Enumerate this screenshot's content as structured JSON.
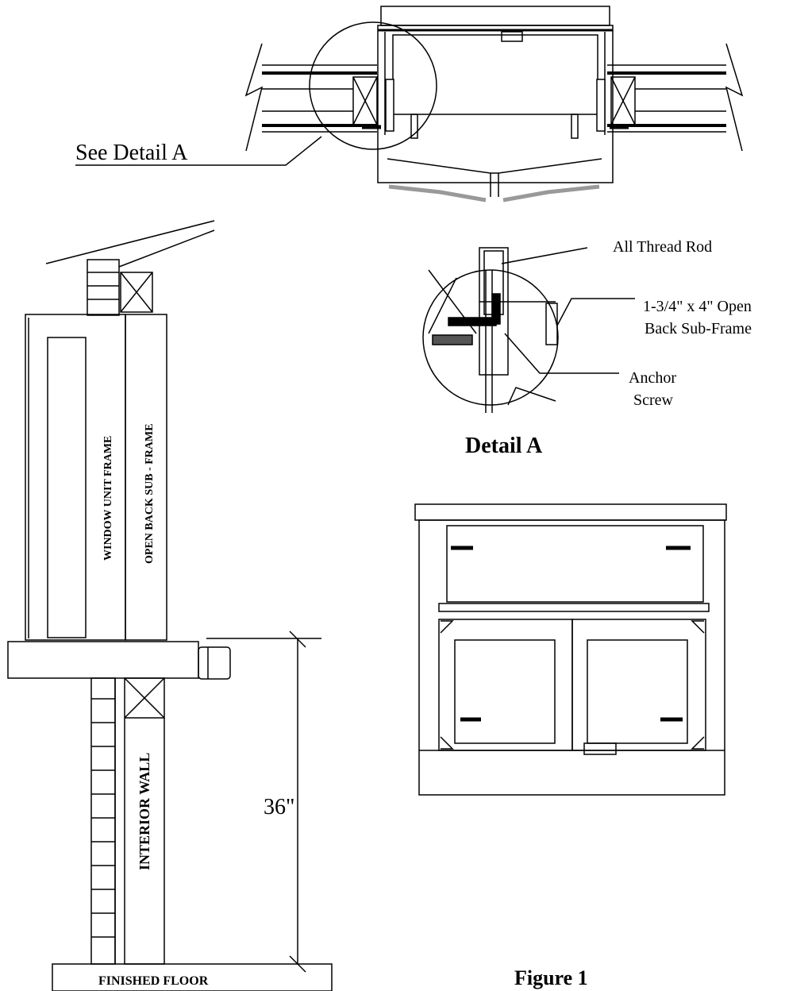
{
  "labels": {
    "see_detail": "See Detail A",
    "all_thread_rod": "All Thread Rod",
    "subframe_line1": "1-3/4\" x 4\" Open",
    "subframe_line2": "Back Sub-Frame",
    "anchor_line1": "Anchor",
    "anchor_line2": "Screw",
    "detail_title": "Detail A",
    "window_unit_frame": "WINDOW UNIT FRAME",
    "open_back_subframe": "OPEN BACK SUB - FRAME",
    "interior_wall": "INTERIOR   WALL",
    "dimension": "36\"",
    "finished_floor": "FINISHED   FLOOR",
    "figure": "Figure 1"
  },
  "colors": {
    "line": "#000000",
    "fill": "#ffffff",
    "gray": "#999999"
  }
}
